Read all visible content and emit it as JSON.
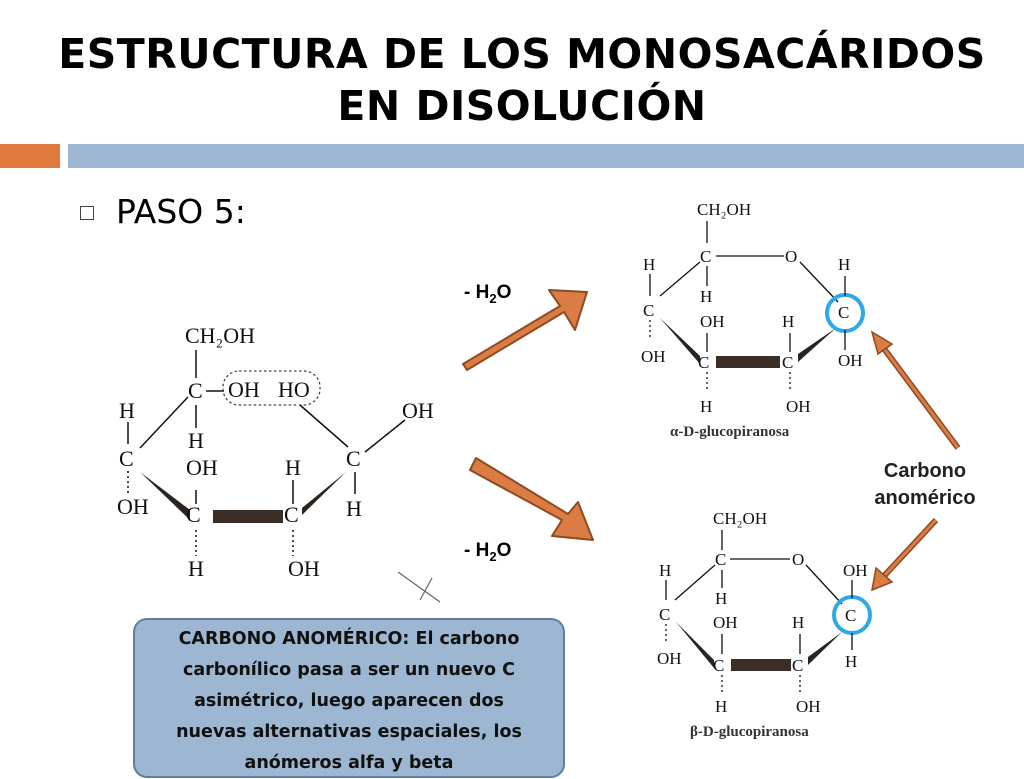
{
  "slide": {
    "title_line1": "ESTRUCTURA DE LOS MONOSACÁRIDOS",
    "title_line2": "EN DISOLUCIÓN",
    "bullet_label": "PASO 5:"
  },
  "arrows": {
    "top_label": "- H",
    "bottom_label": "- H",
    "subscript": "2",
    "suffix": "O"
  },
  "annotation": {
    "line1": "Carbono",
    "line2": "anomérico"
  },
  "note": {
    "line1": "CARBONO ANOMÉRICO:  El carbono",
    "line2": "carbonílico pasa a ser un nuevo C",
    "line3": "asimétrico, luego aparecen dos",
    "line4": "nuevas alternativas espaciales, los",
    "line5": "anómeros  alfa y beta"
  },
  "structures": {
    "atoms": {
      "ch2oh": "CH₂OH",
      "c": "C",
      "o": "O",
      "h": "H",
      "oh": "OH",
      "ho": "HO"
    },
    "alpha_caption": "α-D-glucopiranosa",
    "beta_caption": "β-D-glucopiranosa"
  },
  "colors": {
    "accent_orange": "#E07A3F",
    "bar_blue": "#9DB7D2",
    "arrow_fill": "#DC7C45",
    "arrow_stroke": "#8E4A20",
    "highlight_circle": "#2EA8E6"
  }
}
